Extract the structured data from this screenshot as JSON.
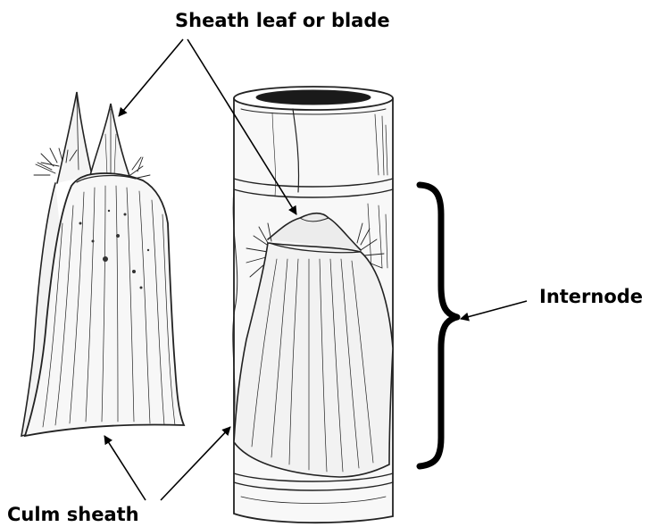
{
  "labels": {
    "sheath_leaf": "Sheath leaf or blade",
    "internode": "Internode",
    "culm_sheath": "Culm sheath"
  }
}
